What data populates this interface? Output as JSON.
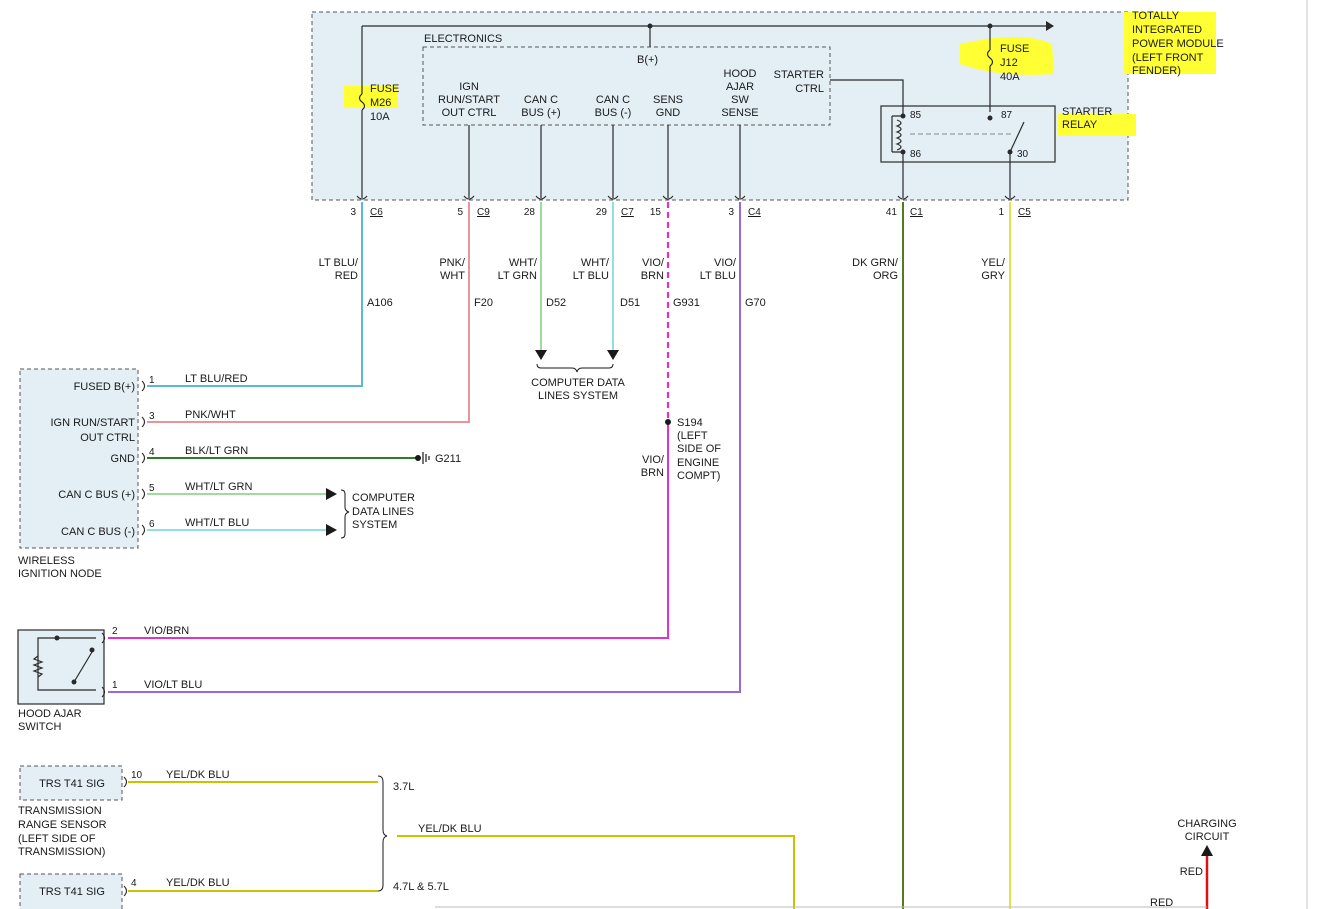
{
  "tipm": {
    "title_lines": [
      "TOTALLY",
      "INTEGRATED",
      "POWER MODULE",
      "(LEFT FRONT",
      "FENDER)"
    ],
    "electronics_label": "ELECTRONICS",
    "bplus_label": "B(+)",
    "fuse_m26": {
      "label": "FUSE",
      "id": "M26",
      "rating": "10A"
    },
    "fuse_j12": {
      "label": "FUSE",
      "id": "J12",
      "rating": "40A"
    },
    "starter_relay": {
      "lines": [
        "STARTER",
        "RELAY"
      ],
      "pins": [
        "85",
        "86",
        "87",
        "30"
      ]
    },
    "functions": [
      {
        "lines": [
          "IGN",
          "RUN/START",
          "OUT CTRL"
        ]
      },
      {
        "lines": [
          "CAN C",
          "BUS (+)"
        ]
      },
      {
        "lines": [
          "CAN C",
          "BUS (-)"
        ]
      },
      {
        "lines": [
          "SENS",
          "GND"
        ]
      },
      {
        "lines": [
          "HOOD",
          "AJAR",
          "SW",
          "SENSE"
        ]
      },
      {
        "lines": [
          "STARTER",
          "CTRL"
        ]
      }
    ],
    "connectors": [
      {
        "pin": "3",
        "conn": "C6"
      },
      {
        "pin": "5",
        "conn": "C9"
      },
      {
        "pin": "28",
        "conn": ""
      },
      {
        "pin": "29",
        "conn": "C7"
      },
      {
        "pin": "15",
        "conn": ""
      },
      {
        "pin": "3",
        "conn": "C4"
      },
      {
        "pin": "41",
        "conn": "C1"
      },
      {
        "pin": "1",
        "conn": "C5"
      }
    ]
  },
  "wires": [
    {
      "color_lines": [
        "LT BLU/",
        "RED"
      ],
      "circuit": "A106",
      "hex": "#5bb8d6"
    },
    {
      "color_lines": [
        "PNK/",
        "WHT"
      ],
      "circuit": "F20",
      "hex": "#e8949c"
    },
    {
      "color_lines": [
        "WHT/",
        "LT GRN"
      ],
      "circuit": "D52",
      "hex": "#9ddc9a"
    },
    {
      "color_lines": [
        "WHT/",
        "LT BLU"
      ],
      "circuit": "D51",
      "hex": "#8fe0e0"
    },
    {
      "color_lines": [
        "VIO/",
        "BRN"
      ],
      "circuit": "G931",
      "hex": "#e033c8"
    },
    {
      "color_lines": [
        "VIO/",
        "LT BLU"
      ],
      "circuit": "G70",
      "hex": "#9966dd"
    },
    {
      "color_lines": [
        "DK GRN/",
        "ORG"
      ],
      "circuit": "",
      "hex": "#557a22"
    },
    {
      "color_lines": [
        "YEL/",
        "GRY"
      ],
      "circuit": "",
      "hex": "#e6e04a"
    }
  ],
  "data_lines_top": [
    "COMPUTER DATA",
    "LINES SYSTEM"
  ],
  "splice": {
    "id": "S194",
    "lines": [
      "(LEFT",
      "SIDE OF",
      "ENGINE",
      "COMPT)"
    ],
    "wire_lines": [
      "VIO/",
      "BRN"
    ]
  },
  "win": {
    "caption": [
      "WIRELESS",
      "IGNITION NODE"
    ],
    "pins": [
      {
        "label_lines": [
          "FUSED B(+)"
        ],
        "num": "1",
        "wire": "LT BLU/RED"
      },
      {
        "label_lines": [
          "IGN RUN/START",
          "OUT CTRL"
        ],
        "num": "3",
        "wire": "PNK/WHT"
      },
      {
        "label_lines": [
          "GND"
        ],
        "num": "4",
        "wire": "BLK/LT GRN"
      },
      {
        "label_lines": [
          "CAN C BUS (+)"
        ],
        "num": "5",
        "wire": "WHT/LT GRN"
      },
      {
        "label_lines": [
          "CAN C BUS (-)"
        ],
        "num": "6",
        "wire": "WHT/LT BLU"
      }
    ],
    "ground": "G211",
    "data_lines": [
      "COMPUTER",
      "DATA LINES",
      "SYSTEM"
    ],
    "gnd_hex": "#2f7a2f"
  },
  "hood_switch": {
    "caption": [
      "HOOD AJAR",
      "SWITCH"
    ],
    "pins": [
      {
        "num": "2",
        "wire": "VIO/BRN"
      },
      {
        "num": "1",
        "wire": "VIO/LT BLU"
      }
    ]
  },
  "trs": {
    "label": "TRS T41 SIG",
    "caption": [
      "TRANSMISSION",
      "RANGE SENSOR",
      "(LEFT SIDE OF",
      "TRANSMISSION)"
    ],
    "pins": [
      {
        "num": "10",
        "wire": "YEL/DK BLU",
        "engine": "3.7L"
      },
      {
        "num": "4",
        "wire": "YEL/DK BLU",
        "engine": "4.7L & 5.7L"
      }
    ],
    "merged_wire": "YEL/DK BLU",
    "hex": "#c9c400"
  },
  "charging": {
    "lines": [
      "CHARGING",
      "CIRCUIT"
    ],
    "wire": "RED",
    "wire2": "RED",
    "hex": "#dd1111"
  }
}
